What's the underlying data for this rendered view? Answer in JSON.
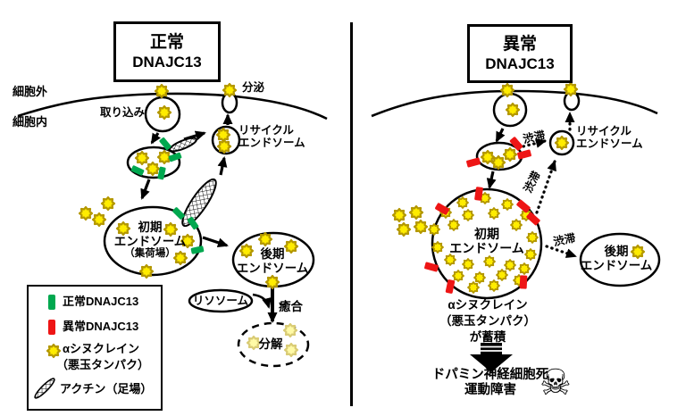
{
  "colors": {
    "normal_green": "#00a84f",
    "abnormal_red": "#ee1515",
    "synuclein_yellow": "#ffec00",
    "synuclein_outline": "#b39700"
  },
  "left_panel": {
    "title_line1": "正常",
    "title_line2": "DNAJC13",
    "extracellular": "細胞外",
    "intracellular": "細胞内",
    "uptake": "取り込み",
    "secretion": "分泌",
    "recycling_line1": "リサイクル",
    "recycling_line2": "エンドソーム",
    "early_line1": "初期",
    "early_line2": "エンドソーム",
    "early_line3": "（集荷場）",
    "late_line1": "後期",
    "late_line2": "エンドソーム",
    "lysosome": "リソソーム",
    "fusion": "癒合",
    "degradation": "分解"
  },
  "legend": {
    "normal": "正常DNAJC13",
    "abnormal": "異常DNAJC13",
    "synuclein_line1": "αシヌクレイン",
    "synuclein_line2": "（悪玉タンパク）",
    "actin": "アクチン（足場）"
  },
  "right_panel": {
    "title_line1": "異常",
    "title_line2": "DNAJC13",
    "congestion1": "渋滞",
    "congestion2": "渋滞",
    "congestion3": "渋滞",
    "recycling_line1": "リサイクル",
    "recycling_line2": "エンドソーム",
    "early_line1": "初期",
    "early_line2": "エンドソーム",
    "late_line1": "後期",
    "late_line2": "エンドソーム",
    "accumulation_line1": "αシヌクレイン",
    "accumulation_line2": "（悪玉タンパク）",
    "accumulation_line3": "が蓄積",
    "outcome_line1": "ドパミン神経細胞死",
    "outcome_line2": "運動障害",
    "skull": "☠"
  }
}
